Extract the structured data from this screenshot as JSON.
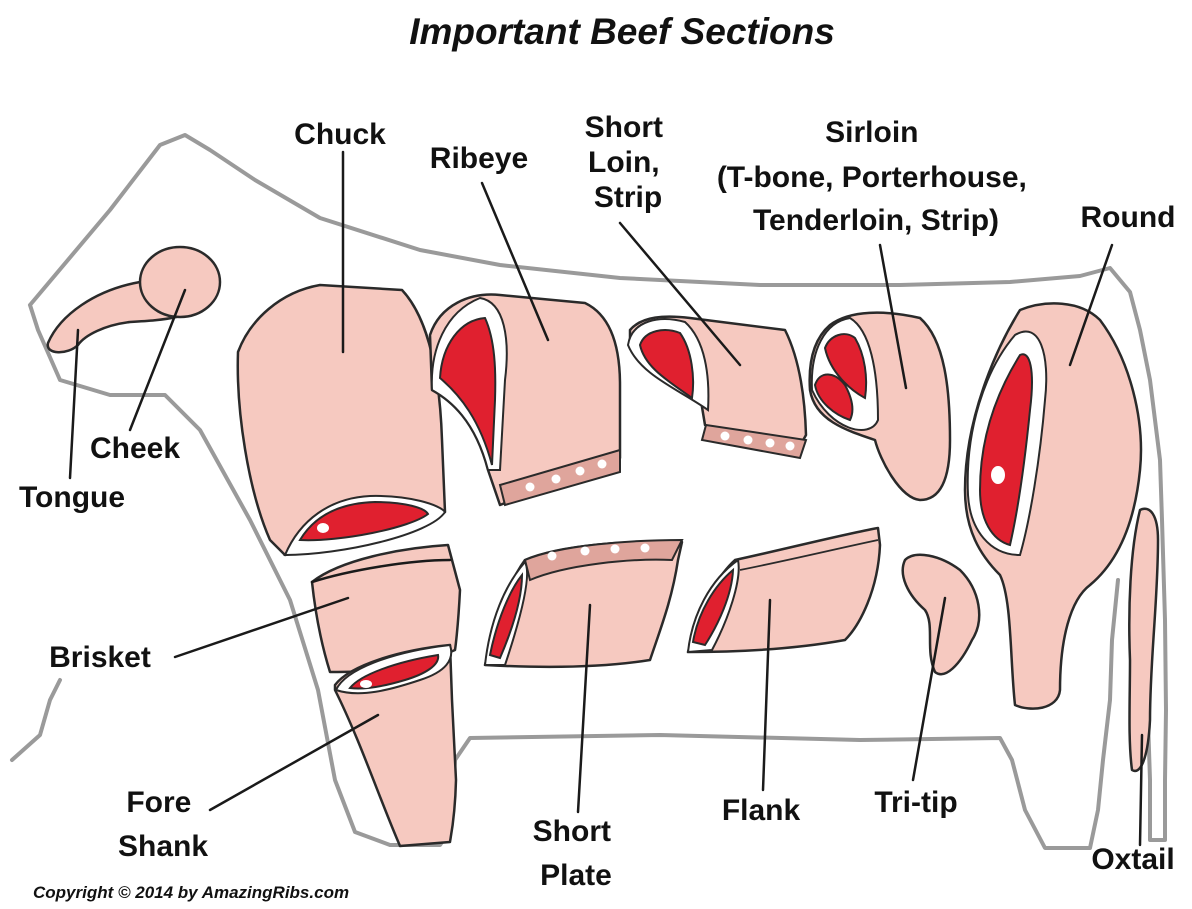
{
  "title": "Important Beef Sections",
  "copyright": "Copyright © 2014 by AmazingRibs.com",
  "labels": {
    "chuck": "Chuck",
    "ribeye": "Ribeye",
    "short_loin": [
      "Short",
      "Loin,",
      "Strip"
    ],
    "sirloin": [
      "Sirloin",
      "(T-bone, Porterhouse,",
      "Tenderloin, Strip)"
    ],
    "round": "Round",
    "cheek": "Cheek",
    "tongue": "Tongue",
    "brisket": "Brisket",
    "fore_shank": [
      "Fore",
      "Shank"
    ],
    "short_plate": [
      "Short",
      "Plate"
    ],
    "flank": "Flank",
    "tri_tip": "Tri-tip",
    "oxtail": "Oxtail"
  },
  "colors": {
    "cut_fill": "#f6c9c0",
    "lean_meat": "#e0202f",
    "fat": "#ffffff",
    "bone": "#dfa59c",
    "cow_outline": "#9a9a9a"
  }
}
